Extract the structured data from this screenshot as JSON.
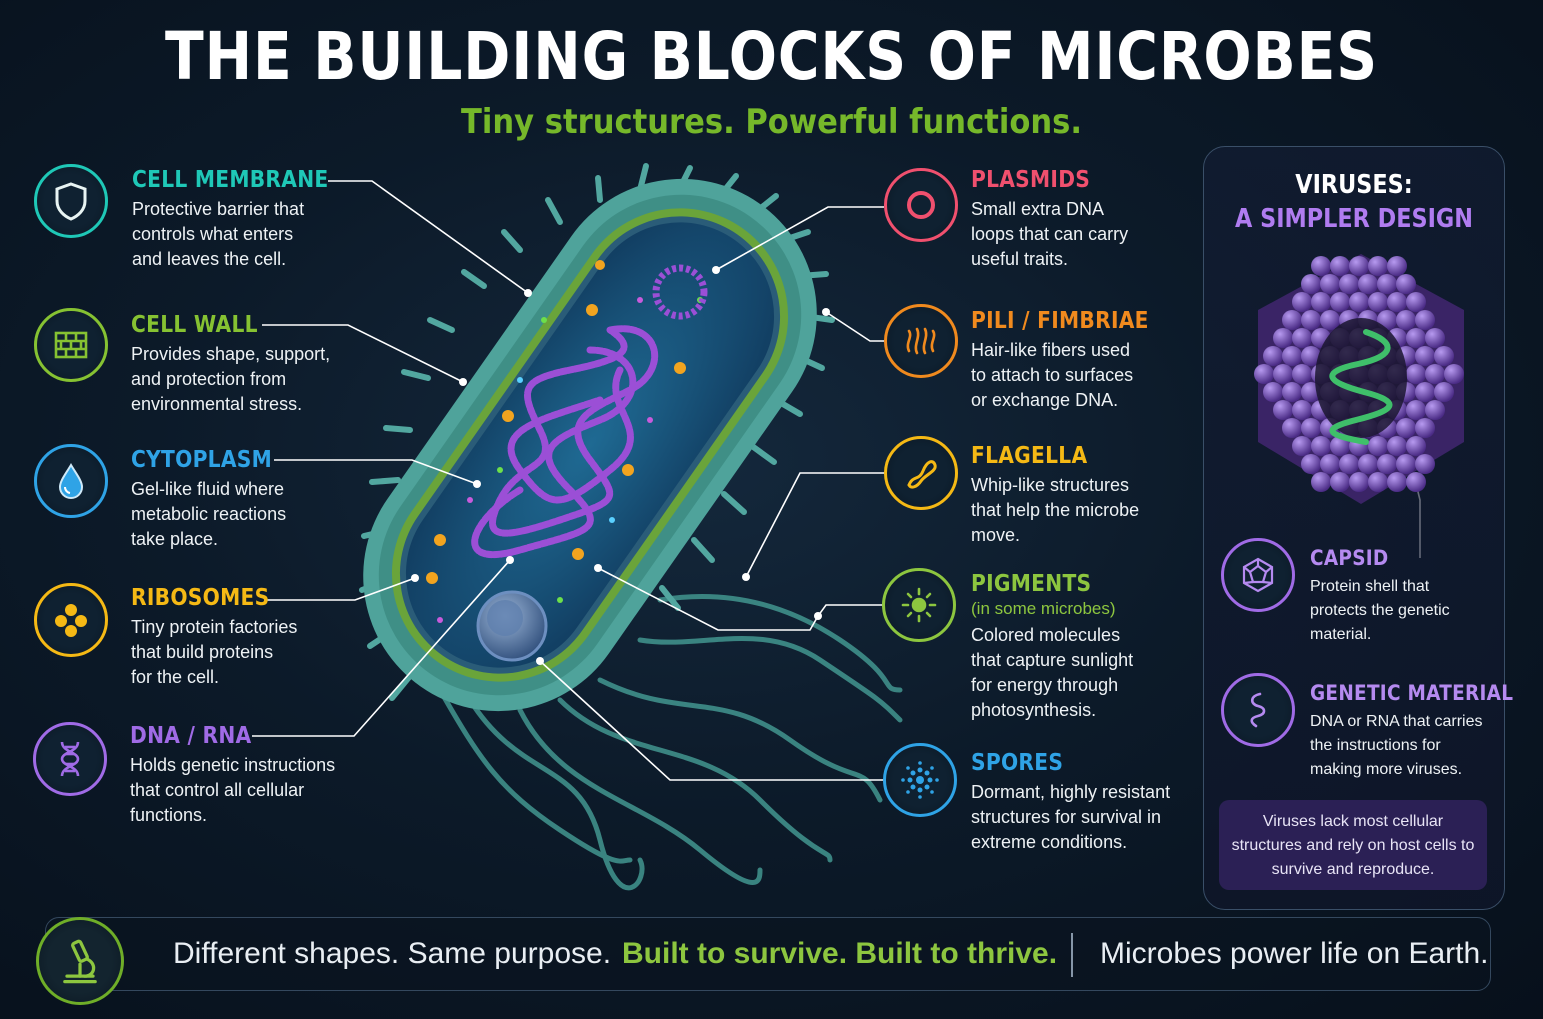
{
  "title": "THE BUILDING BLOCKS OF MICROBES",
  "subtitle": "Tiny structures. Powerful functions.",
  "colors": {
    "teal": "#1fc8b7",
    "green": "#86c232",
    "blue": "#2fa3e6",
    "yellow": "#f5b915",
    "purple": "#a06be6",
    "pink": "#f0506e",
    "orange": "#f08a1e",
    "lime": "#8dc63f",
    "background": "#0c1a29"
  },
  "left_items": [
    {
      "icon": "shield-icon",
      "name": "CELL MEMBRANE",
      "desc": [
        "Protective barrier that",
        "controls what enters",
        "and leaves the cell."
      ]
    },
    {
      "icon": "brick-wall-icon",
      "name": "CELL WALL",
      "desc": [
        "Provides shape, support,",
        "and protection from",
        "environmental stress."
      ]
    },
    {
      "icon": "water-drop-icon",
      "name": "CYTOPLASM",
      "desc": [
        "Gel-like fluid where",
        "metabolic reactions",
        "take place."
      ]
    },
    {
      "icon": "ribosome-dots-icon",
      "name": "RIBOSOMES",
      "desc": [
        "Tiny protein factories",
        "that build proteins",
        "for the cell."
      ]
    },
    {
      "icon": "dna-helix-icon",
      "name": "DNA / RNA",
      "desc": [
        "Holds genetic instructions",
        "that control all cellular",
        "functions."
      ]
    }
  ],
  "right_items": [
    {
      "icon": "ring-icon",
      "name": "PLASMIDS",
      "desc": [
        "Small extra DNA",
        "loops that can carry",
        "useful traits."
      ]
    },
    {
      "icon": "hair-fibers-icon",
      "name": "PILI / FIMBRIAE",
      "desc": [
        "Hair-like fibers used",
        "to attach to surfaces",
        "or exchange DNA."
      ]
    },
    {
      "icon": "whip-icon",
      "name": "FLAGELLA",
      "desc": [
        "Whip-like structures",
        "that help the microbe",
        "move."
      ]
    },
    {
      "icon": "sun-icon",
      "name": "PIGMENTS",
      "note": "(in some microbes)",
      "desc": [
        "Colored molecules",
        "that capture sunlight",
        "for energy through",
        "photosynthesis."
      ]
    },
    {
      "icon": "spore-icon",
      "name": "SPORES",
      "desc": [
        "Dormant, highly resistant",
        "structures for survival in",
        "extreme conditions."
      ]
    }
  ],
  "virus_panel": {
    "title_line1": "VIRUSES:",
    "title_line2": "A SIMPLER DESIGN",
    "items": [
      {
        "icon": "polyhedron-icon",
        "name": "CAPSID",
        "desc": [
          "Protein shell that",
          "protects the genetic",
          "material."
        ]
      },
      {
        "icon": "squiggle-icon",
        "name": "GENETIC MATERIAL",
        "desc": [
          "DNA or RNA that carries",
          "the instructions for",
          "making more viruses."
        ]
      }
    ],
    "note": "Viruses lack most cellular structures and rely on host cells to survive and reproduce."
  },
  "footer": {
    "icon": "microscope-icon",
    "part1": "Different shapes.  Same purpose.",
    "part2": "Built to survive.  Built to thrive.",
    "part3": "Microbes power life on Earth."
  }
}
